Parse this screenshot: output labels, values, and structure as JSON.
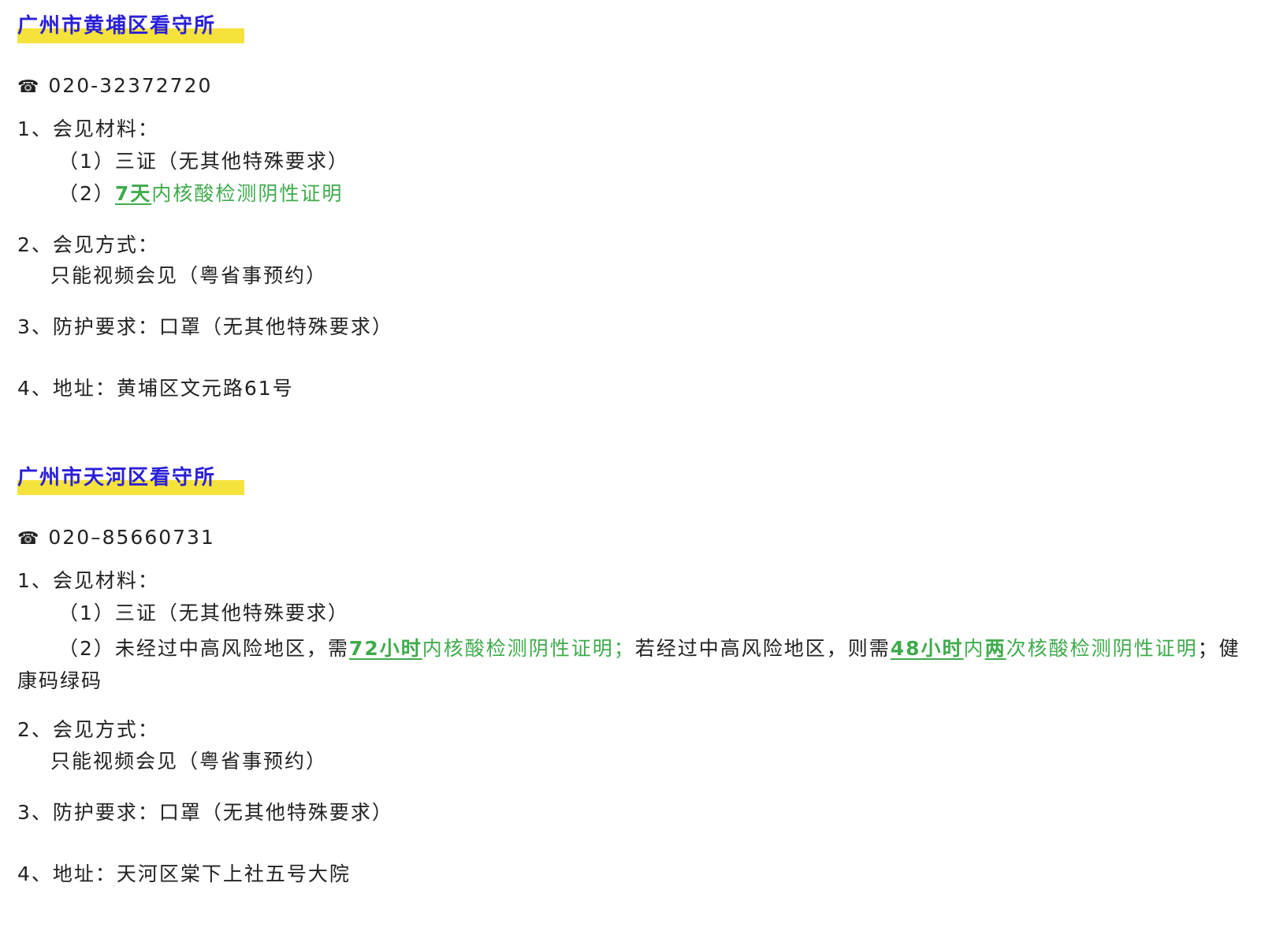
{
  "sections": [
    {
      "title": "广州市黄埔区看守所",
      "phone_icon": "☎",
      "phone": "020-32372720",
      "materials_heading": "1、会见材料：",
      "materials_item1": "（1）三证（无其他特殊要求）",
      "materials_item2_prefix": "（2）",
      "materials_item2_strong": "7天",
      "materials_item2_green": "内核酸检测阴性证明",
      "mode_heading": "2、会见方式：",
      "mode_text": "只能视频会见（粤省事预约）",
      "protection": "3、防护要求：口罩（无其他特殊要求）",
      "address": "4、地址：黄埔区文元路61号"
    },
    {
      "title": "广州市天河区看守所",
      "phone_icon": "☎",
      "phone": "020–85660731",
      "materials_heading": "1、会见材料：",
      "materials_item1": "（1）三证（无其他特殊要求）",
      "materials_item2_p1": "（2）未经过中高风险地区，需",
      "materials_item2_s1": "72小时",
      "materials_item2_g1": "内核酸检测阴性证明；",
      "materials_item2_p2": "若经过中高风险地区，则需",
      "materials_item2_s2": "48小时",
      "materials_item2_g2": "内",
      "materials_item2_s3": "两",
      "materials_item2_g3": "次核酸检测阴性证明",
      "materials_item2_p3": "；健康码绿码",
      "mode_heading": "2、会见方式：",
      "mode_text": "只能视频会见（粤省事预约）",
      "protection": "3、防护要求：口罩（无其他特殊要求）",
      "address": "4、地址：天河区棠下上社五号大院"
    }
  ],
  "colors": {
    "title": "#2a1fd8",
    "highlight": "#f5e33c",
    "green": "#3fab4c",
    "text": "#222222"
  }
}
